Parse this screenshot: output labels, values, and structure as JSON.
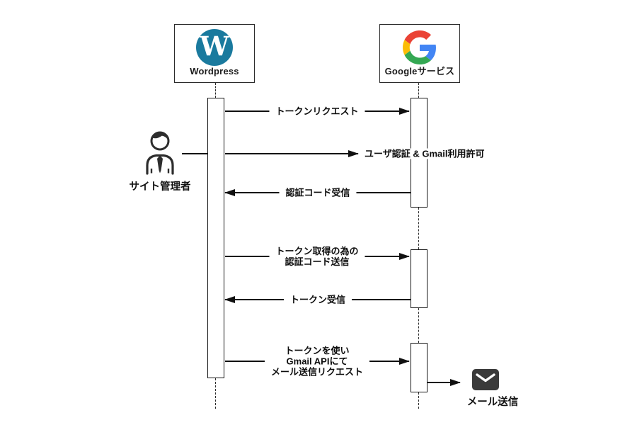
{
  "actors": {
    "wordpress": {
      "label": "Wordpress",
      "logo_letter": "W"
    },
    "google": {
      "label": "Googleサービス"
    },
    "site_admin": {
      "label": "サイト管理者"
    }
  },
  "messages": {
    "token_request": {
      "text": "トークンリクエスト",
      "direction": "right"
    },
    "user_auth": {
      "text": "ユーザ認証 & Gmail利用許可",
      "direction": "right"
    },
    "auth_code_receive": {
      "text": "認証コード受信",
      "direction": "left"
    },
    "token_code_send": {
      "lines": [
        "トークン取得の為の",
        "認証コード送信"
      ],
      "direction": "right"
    },
    "token_receive": {
      "text": "トークン受信",
      "direction": "left"
    },
    "mail_send_request": {
      "lines": [
        "トークンを使い",
        "Gmail APIにて",
        "メール送信リクエスト"
      ],
      "direction": "right"
    },
    "mail_send": {
      "label": "メール送信",
      "direction": "right"
    }
  },
  "colors": {
    "wordpress_blue": "#1A7A9E",
    "google_red": "#EA4335",
    "google_blue": "#4285F4",
    "google_yellow": "#FBBC05",
    "google_green": "#34A853",
    "line_ink": "#101010",
    "icon_dark": "#3A3A3A"
  }
}
